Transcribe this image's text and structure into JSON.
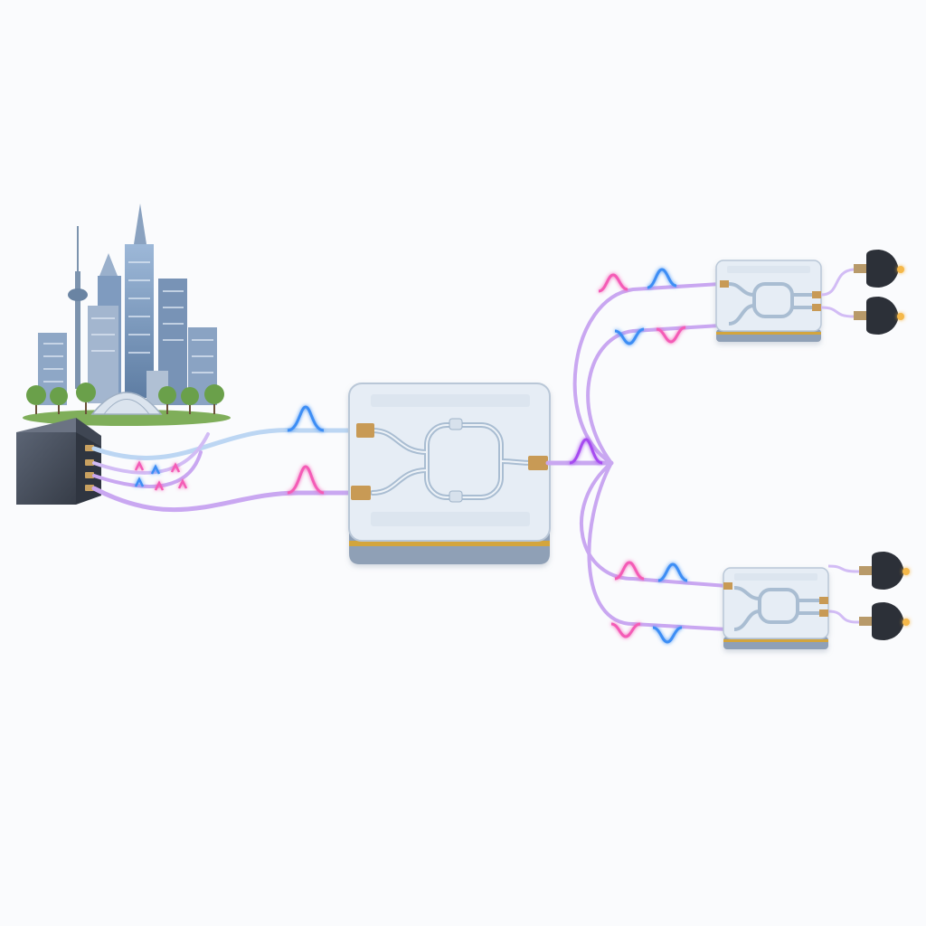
{
  "diagram": {
    "type": "photonic-network-illustration",
    "components": {
      "city": {
        "icon": "city-skyline-icon"
      },
      "source": {
        "icon": "fiber-transceiver-box-icon",
        "ports": 4
      },
      "main_chip": {
        "icon": "mach-zehnder-interferometer-chip-icon",
        "inputs": 2,
        "outputs": 1
      },
      "splitter": {
        "icon": "fiber-splitter-icon",
        "branches": 4
      },
      "receiver_chips": [
        {
          "icon": "interferometer-chip-icon",
          "detectors": 2
        },
        {
          "icon": "interferometer-chip-icon",
          "detectors": 2
        }
      ]
    },
    "colors": {
      "fiber_blue": "#bcd6f3",
      "fiber_violet": "#c9a7f1",
      "pulse_blue": "#3d8ef5",
      "pulse_pink": "#f45bb6",
      "pulse_violet": "#a64cf0",
      "chip_face": "#e6edf5",
      "chip_gold": "#d3a53c",
      "box_dark": "#4d5563",
      "detector_dark": "#2c3038",
      "detector_glow": "#f5b84a"
    }
  }
}
